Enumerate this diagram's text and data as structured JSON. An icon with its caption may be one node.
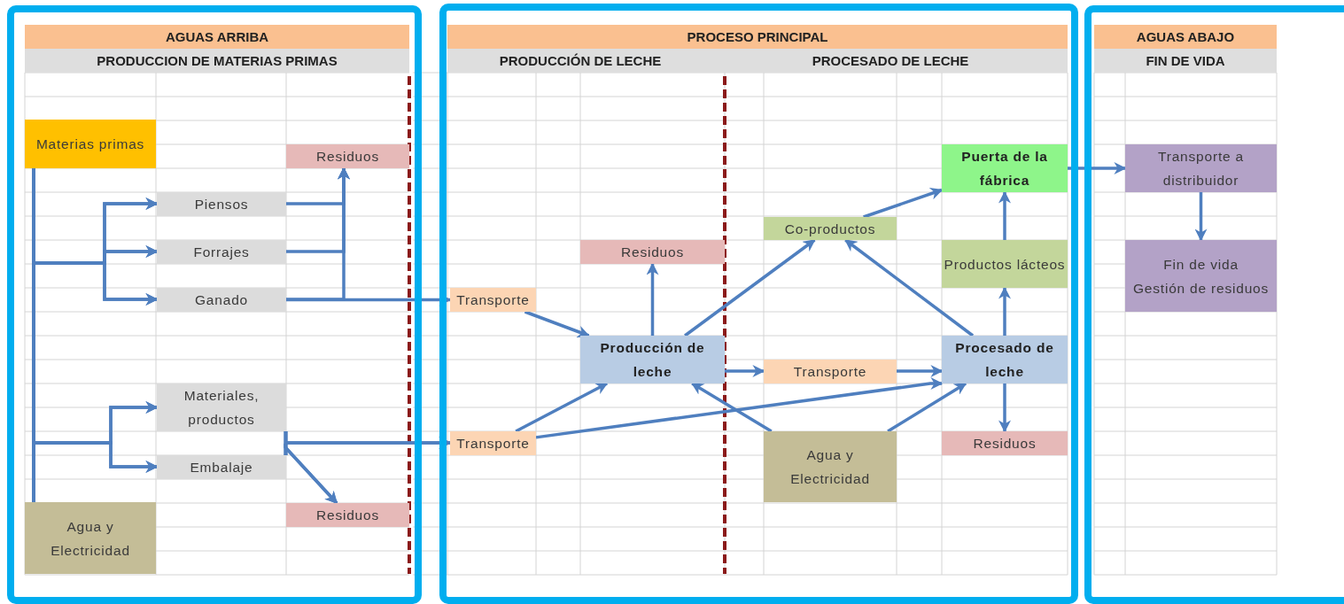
{
  "diagram": {
    "nodes": [
      {
        "text": [
          "Materias primas"
        ]
      },
      {
        "text": [
          "Residuos"
        ]
      },
      {
        "text": [
          "Piensos"
        ]
      },
      {
        "text": [
          "Forrajes"
        ]
      },
      {
        "text": [
          "Ganado"
        ]
      },
      {
        "text": [
          "Materiales, productos"
        ]
      },
      {
        "text": [
          "Embalaje"
        ]
      },
      {
        "text": [
          "Agua y Electricidad"
        ]
      },
      {
        "text": [
          "Residuos"
        ]
      },
      {
        "text": [
          "Transporte"
        ]
      },
      {
        "text": [
          "Transporte"
        ]
      },
      {
        "text": [
          "Residuos"
        ]
      },
      {
        "text": [
          "Producción de leche"
        ]
      },
      {
        "text": [
          "Co-productos"
        ]
      },
      {
        "text": [
          "Puerta de la fábrica"
        ]
      },
      {
        "text": [
          "Productos lácteos"
        ]
      },
      {
        "text": [
          "Transporte"
        ]
      },
      {
        "text": [
          "Procesado de leche"
        ]
      },
      {
        "text": [
          "Agua y Electricidad"
        ]
      },
      {
        "text": [
          "Residuos"
        ]
      },
      {
        "text": [
          "Transporte a distribuidor"
        ]
      },
      {
        "text": [
          "Fin de vida",
          "Gestión de residuos"
        ]
      }
    ],
    "edges": [
      {
        "from": 0,
        "to": 2,
        "arrow": "to"
      },
      {
        "from": 0,
        "to": 3,
        "arrow": "to"
      },
      {
        "from": 0,
        "to": 4,
        "arrow": "to"
      },
      {
        "from": 0,
        "to": 5,
        "arrow": "to"
      },
      {
        "from": 0,
        "to": 6,
        "arrow": "to"
      },
      {
        "from": 7,
        "to": 2,
        "arrow": "to"
      },
      {
        "from": 7,
        "to": 3,
        "arrow": "to"
      },
      {
        "from": 7,
        "to": 4,
        "arrow": "to"
      },
      {
        "from": 7,
        "to": 5,
        "arrow": "to"
      },
      {
        "from": 7,
        "to": 6,
        "arrow": "to"
      },
      {
        "from": 2,
        "to": 1,
        "arrow": "to"
      },
      {
        "from": 3,
        "to": 1,
        "arrow": "to"
      },
      {
        "from": 4,
        "to": 1,
        "arrow": "to"
      },
      {
        "from": 4,
        "to": 9,
        "arrow": "to"
      },
      {
        "from": 5,
        "to": 10,
        "arrow": "to"
      },
      {
        "from": 6,
        "to": 10,
        "arrow": "to"
      },
      {
        "from": 5,
        "to": 8,
        "arrow": "to"
      },
      {
        "from": 6,
        "to": 8,
        "arrow": "to"
      },
      {
        "from": 9,
        "to": 12,
        "arrow": "to"
      },
      {
        "from": 10,
        "to": 12,
        "arrow": "to"
      },
      {
        "from": 10,
        "to": 17,
        "arrow": "to"
      },
      {
        "from": 12,
        "to": 11,
        "arrow": "to"
      },
      {
        "from": 12,
        "to": 13,
        "arrow": "to"
      },
      {
        "from": 12,
        "to": 16,
        "arrow": "to"
      },
      {
        "from": 16,
        "to": 17,
        "arrow": "to"
      },
      {
        "from": 18,
        "to": 12,
        "arrow": "to"
      },
      {
        "from": 18,
        "to": 17,
        "arrow": "to"
      },
      {
        "from": 17,
        "to": 13,
        "arrow": "to"
      },
      {
        "from": 17,
        "to": 15,
        "arrow": "to"
      },
      {
        "from": 17,
        "to": 19,
        "arrow": "to"
      },
      {
        "from": 15,
        "to": 14,
        "arrow": "to"
      },
      {
        "from": 13,
        "to": 14,
        "arrow": "to"
      },
      {
        "from": 14,
        "to": 20,
        "arrow": "to"
      },
      {
        "from": 20,
        "to": 21,
        "arrow": "to"
      }
    ],
    "labels": [
      "AGUAS ARRIBA",
      "PRODUCCION DE MATERIAS PRIMAS",
      "PROCESO PRINCIPAL",
      "PRODUCCIÓN DE LECHE",
      "PROCESADO DE LECHE",
      "AGUAS ABAJO",
      "FIN DE VIDA"
    ]
  }
}
